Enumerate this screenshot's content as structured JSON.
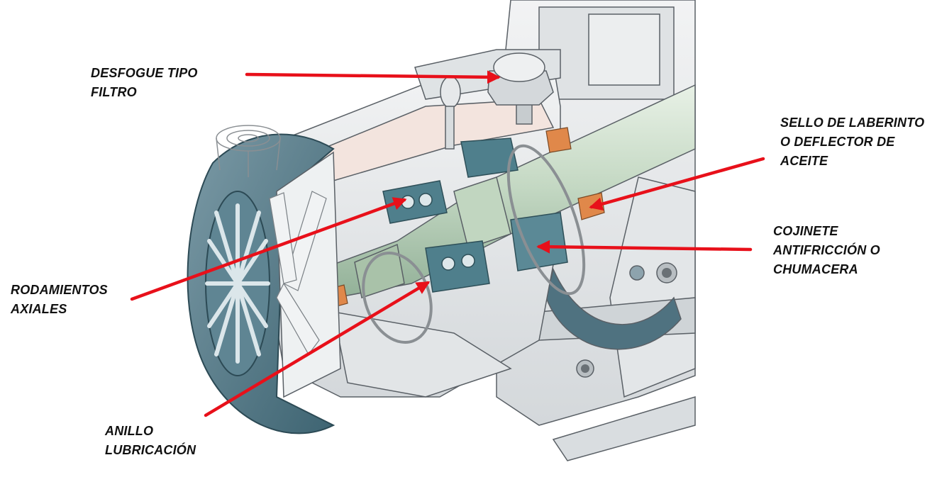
{
  "labels": {
    "desfogue": "DESFOGUE TIPO\nFILTRO",
    "sello": "SELLO DE LABERINTO\nO DEFLECTOR DE\nACEITE",
    "cojinete": "COJINETE\nANTIFRICCIÓN O\nCHUMACERA",
    "rodamientos": "RODAMIENTOS\nAXIALES",
    "anillo": "ANILLO\nLUBRICACIÓN"
  },
  "colors": {
    "arrow": "#e8101a",
    "housing": "#e9ebec",
    "housing_edge": "#5a6066",
    "shaft": "#c9dcc8",
    "bearing": "#4f7f8c",
    "guard": "#4d7382",
    "seal": "#e0884a",
    "cut_face": "#f3e4de"
  }
}
